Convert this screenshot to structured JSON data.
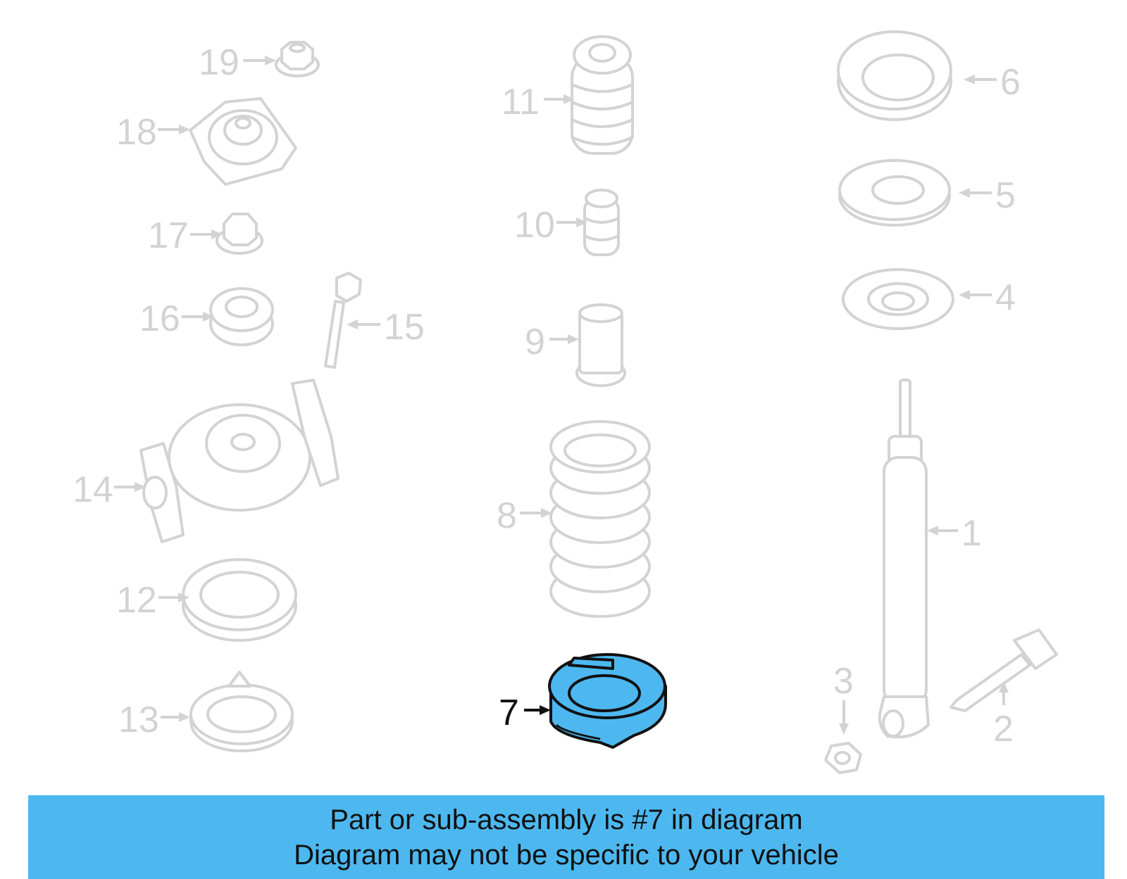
{
  "diagram": {
    "highlighted_part": "7",
    "parts": [
      {
        "id": "p1",
        "label": "1"
      },
      {
        "id": "p2",
        "label": "2"
      },
      {
        "id": "p3",
        "label": "3"
      },
      {
        "id": "p4",
        "label": "4"
      },
      {
        "id": "p5",
        "label": "5"
      },
      {
        "id": "p6",
        "label": "6"
      },
      {
        "id": "p7",
        "label": "7"
      },
      {
        "id": "p8",
        "label": "8"
      },
      {
        "id": "p9",
        "label": "9"
      },
      {
        "id": "p10",
        "label": "10"
      },
      {
        "id": "p11",
        "label": "11"
      },
      {
        "id": "p12",
        "label": "12"
      },
      {
        "id": "p13",
        "label": "13"
      },
      {
        "id": "p14",
        "label": "14"
      },
      {
        "id": "p15",
        "label": "15"
      },
      {
        "id": "p16",
        "label": "16"
      },
      {
        "id": "p17",
        "label": "17"
      },
      {
        "id": "p18",
        "label": "18"
      },
      {
        "id": "p19",
        "label": "19"
      }
    ],
    "colors": {
      "highlight": "#4db8f0",
      "ghost": "#d3d3d3",
      "banner": "#4db8f0"
    }
  },
  "banner": {
    "line1": "Part or sub-assembly is #7 in diagram",
    "line2": "Diagram may not be specific to your vehicle"
  }
}
